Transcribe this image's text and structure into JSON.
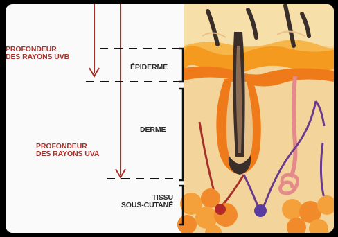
{
  "labels": {
    "uvb_depth": [
      "PROFONDEUR",
      "DES RAYONS UVB"
    ],
    "uva_depth": [
      "PROFONDEUR",
      "DES RAYONS UVA"
    ],
    "epidermis": "ÉPIDERME",
    "dermis": "DERME",
    "subcutaneous": [
      "TISSU",
      "SOUS-CUTANÉ"
    ]
  },
  "colors": {
    "ray_arrow": "#a8302a",
    "epidermis_band": "#f39a1f",
    "skin_base": "#f3d49a",
    "hair_shaft": "#3a2e2a",
    "fat_cells": "#f4a13b",
    "vein": "#6a3a8e",
    "artery": "#a8302a"
  }
}
